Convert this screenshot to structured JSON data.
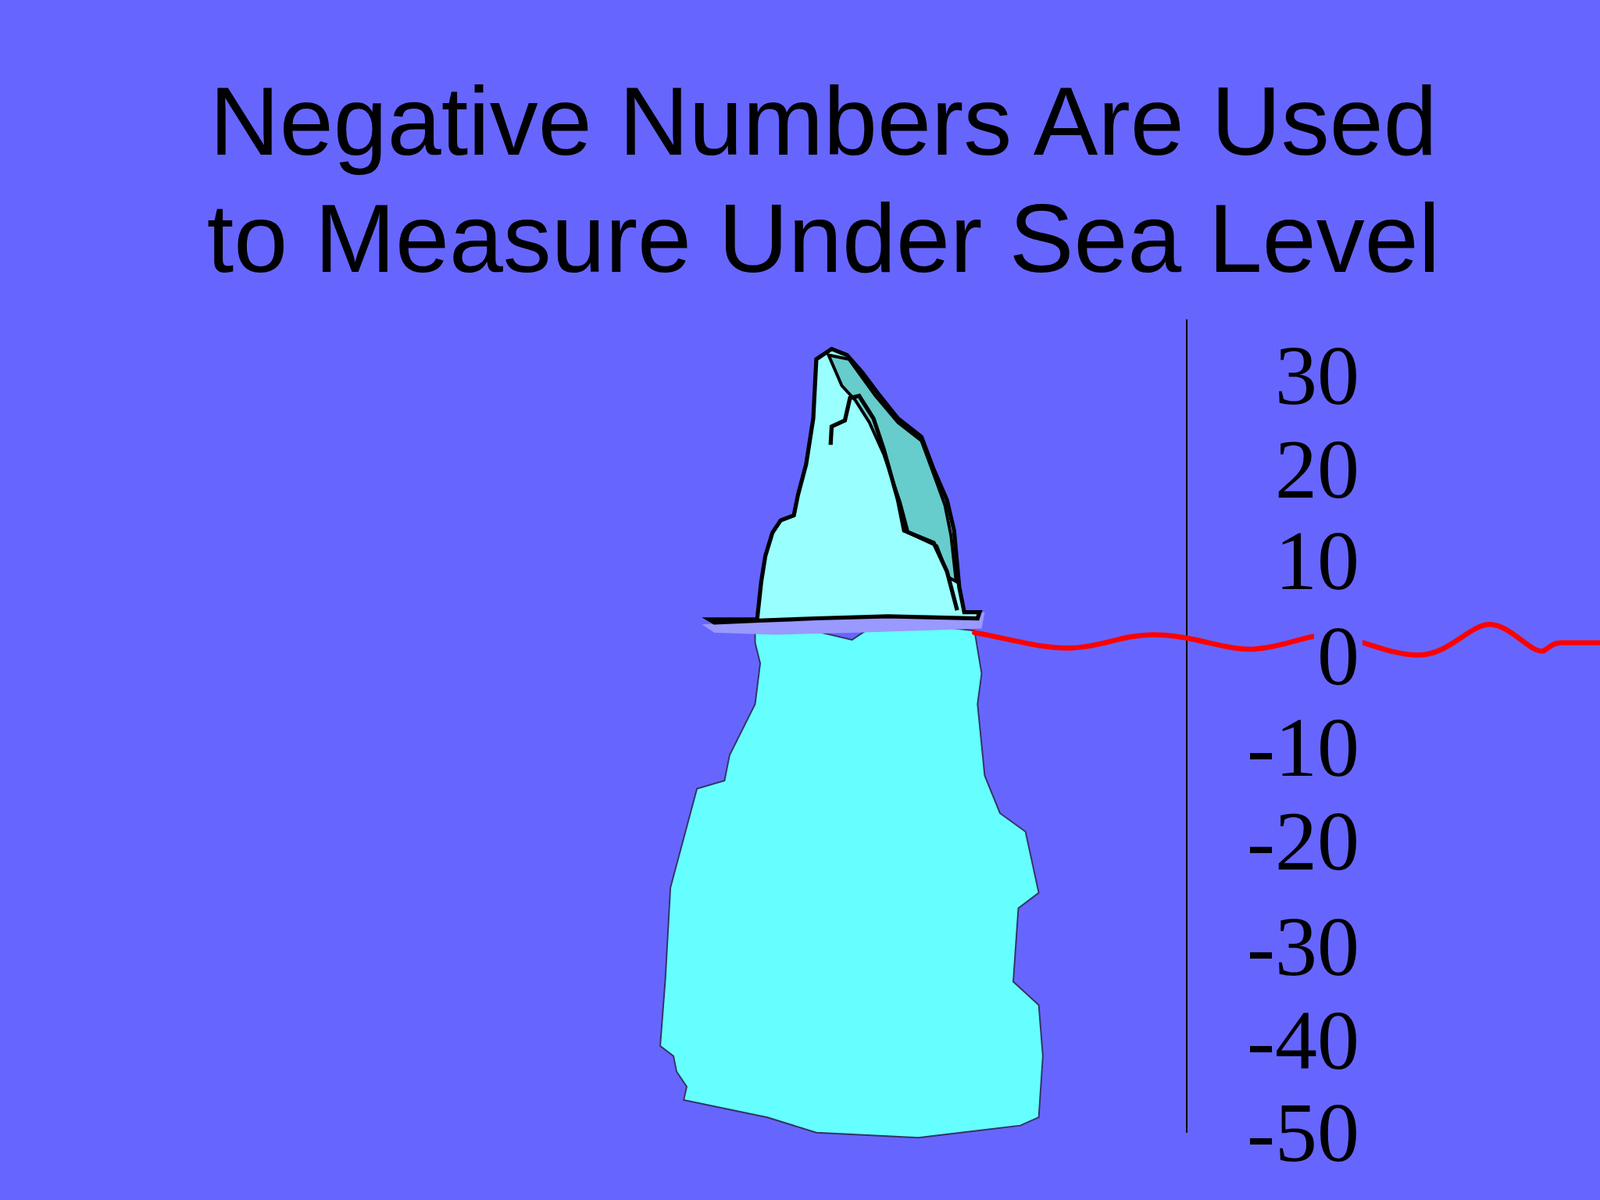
{
  "diagram": {
    "title": "Negative Numbers Are Used to Measure Under Sea Level",
    "labels": [
      "30",
      "20",
      "10",
      "0",
      "-10",
      "-20",
      "-30",
      "-40",
      "-50"
    ]
  }
}
